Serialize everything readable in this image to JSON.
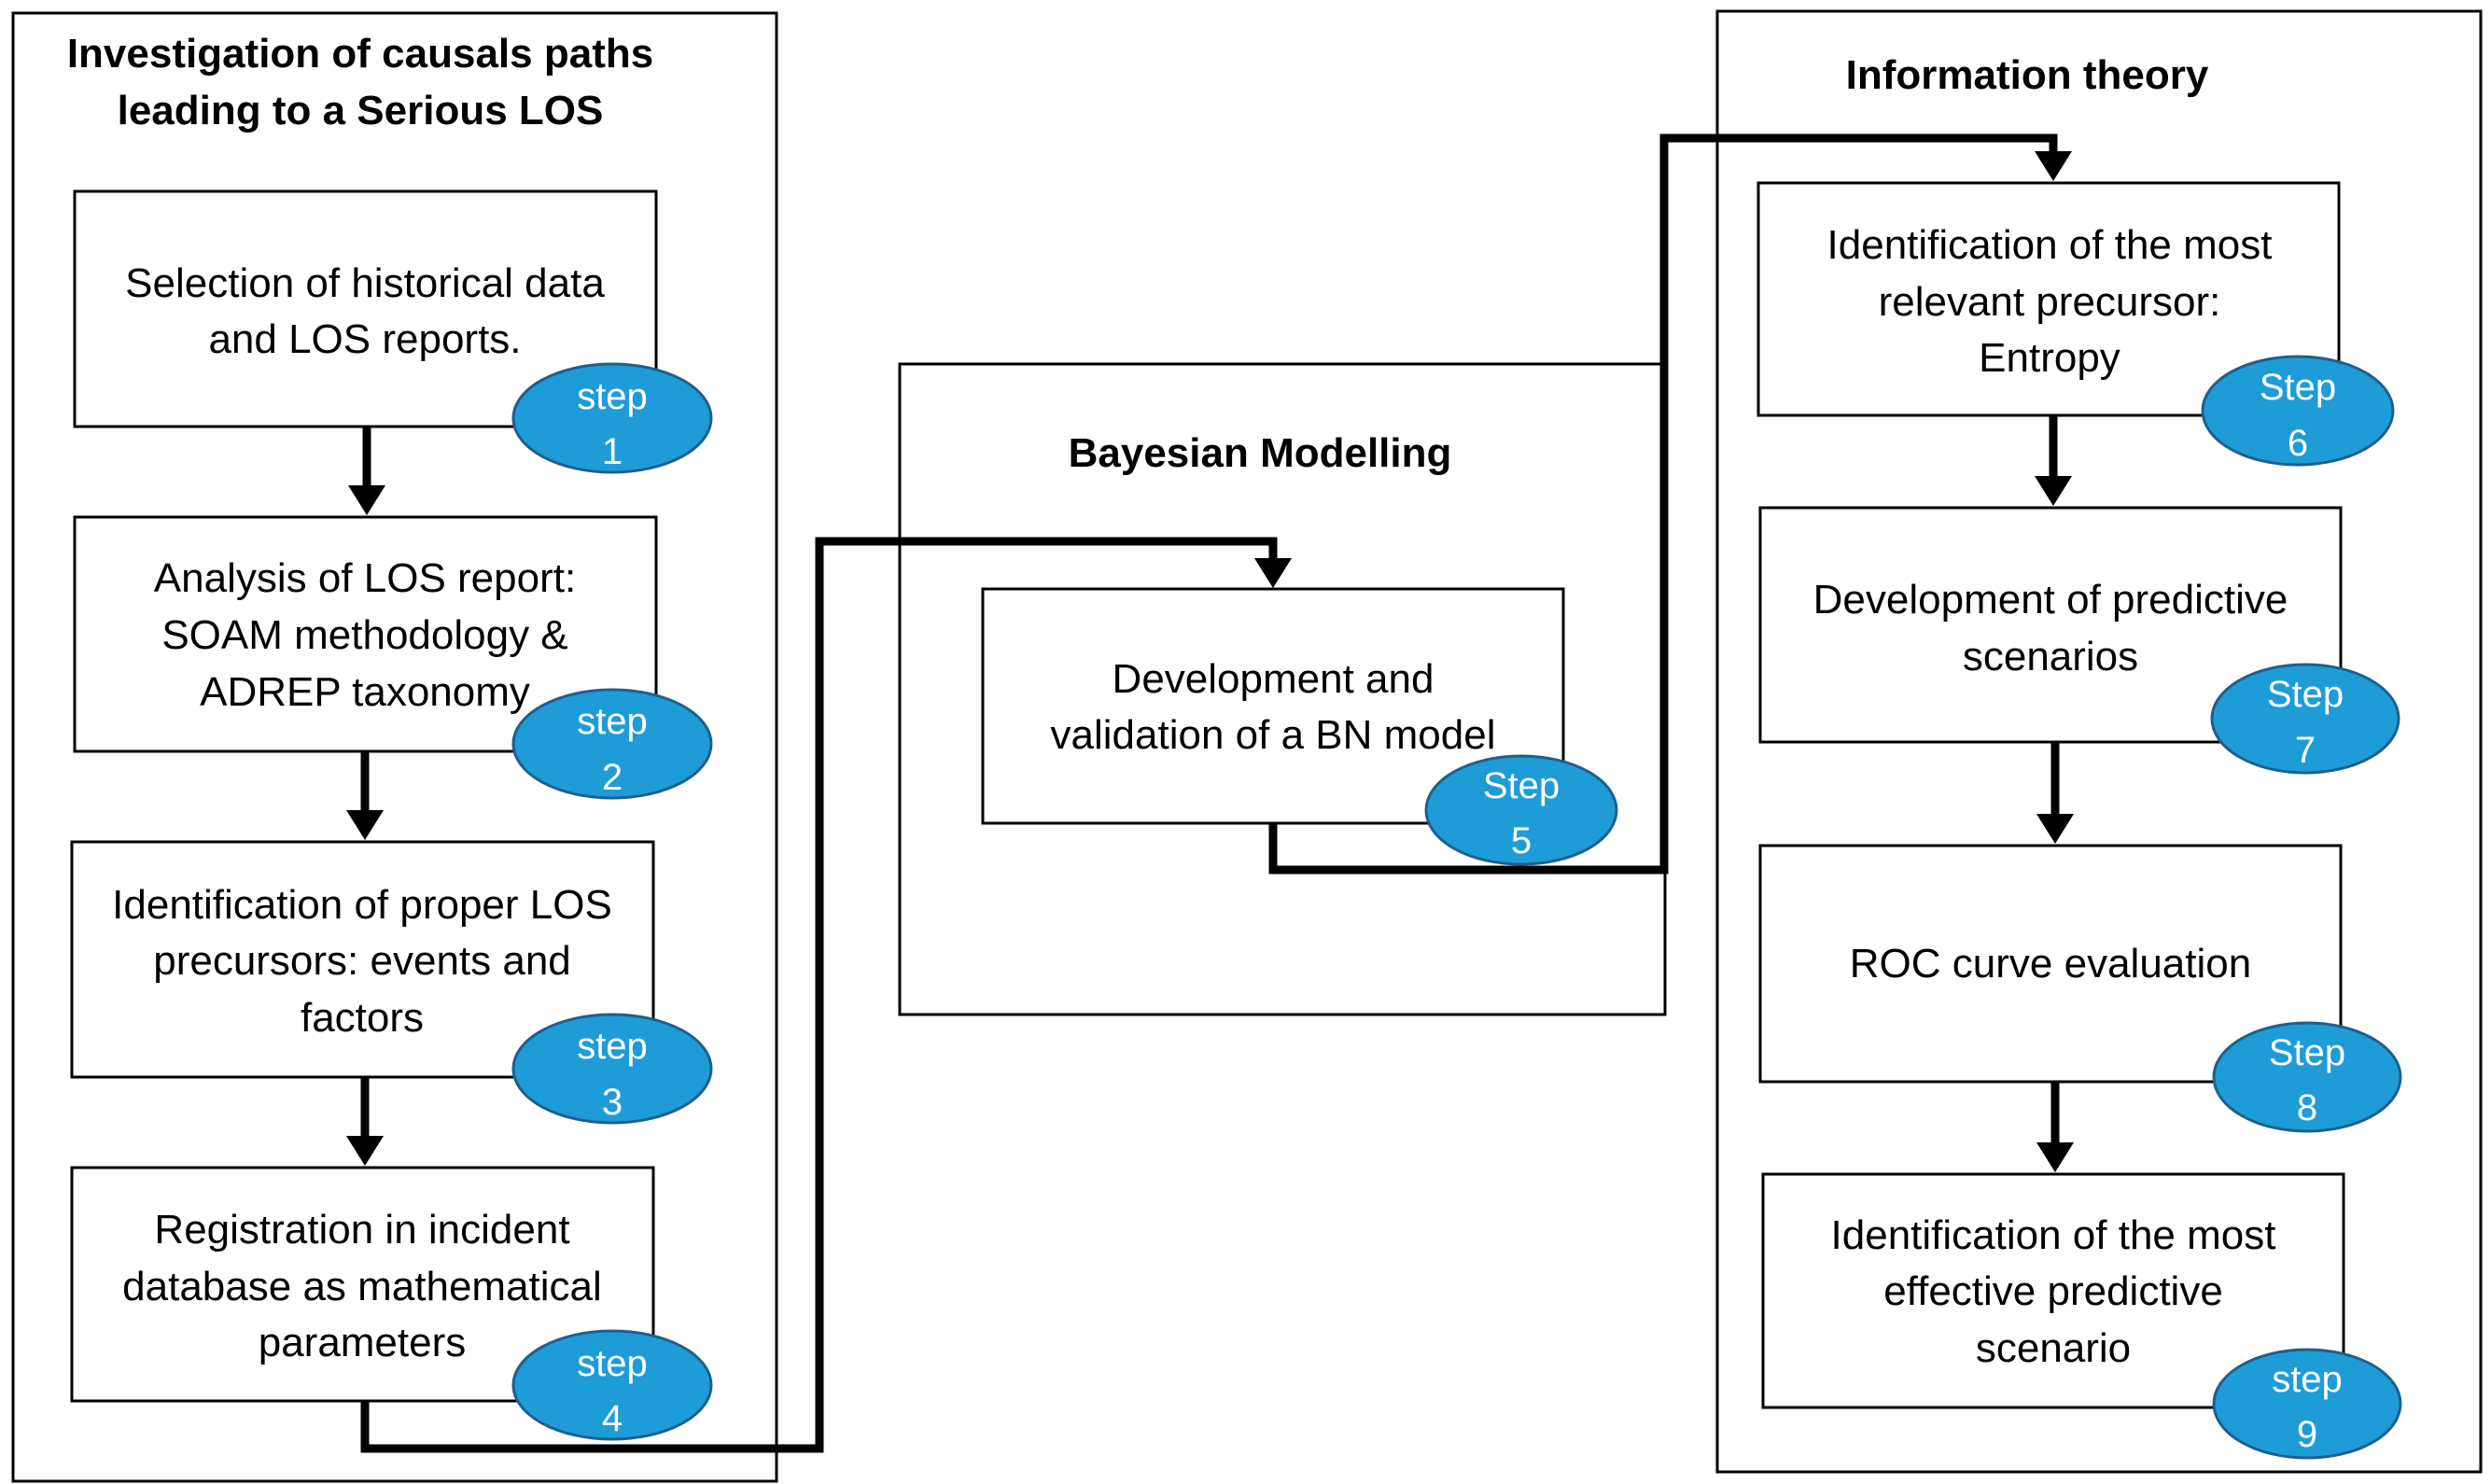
{
  "panels": {
    "investigation": {
      "title_line1": "Investigation of causals paths",
      "title_line2": "leading to a Serious LOS"
    },
    "bayesian": {
      "title": "Bayesian Modelling"
    },
    "information": {
      "title": "Information theory"
    }
  },
  "steps": {
    "s1": {
      "line1": "Selection of historical data",
      "line2": "and LOS reports.",
      "badge_word": "step",
      "badge_num": "1"
    },
    "s2": {
      "line1": "Analysis of LOS report:",
      "line2": "SOAM methodology &",
      "line3": "ADREP taxonomy",
      "badge_word": "step",
      "badge_num": "2"
    },
    "s3": {
      "line1": "Identification of proper LOS",
      "line2": "precursors: events and",
      "line3": "factors",
      "badge_word": "step",
      "badge_num": "3"
    },
    "s4": {
      "line1": "Registration in incident",
      "line2": "database as mathematical",
      "line3": "parameters",
      "badge_word": "step",
      "badge_num": "4"
    },
    "s5": {
      "line1": "Development and",
      "line2": "validation of a BN model",
      "badge_word": "Step",
      "badge_num": "5"
    },
    "s6": {
      "line1": "Identification of the most",
      "line2": "relevant precursor:",
      "line3": "Entropy",
      "badge_word": "Step",
      "badge_num": "6"
    },
    "s7": {
      "line1": "Development of predictive",
      "line2": "scenarios",
      "badge_word": "Step",
      "badge_num": "7"
    },
    "s8": {
      "line1": "ROC curve evaluation",
      "badge_word": "Step",
      "badge_num": "8"
    },
    "s9": {
      "line1": "Identification of the most",
      "line2": "effective predictive",
      "line3": "scenario",
      "badge_word": "step",
      "badge_num": "9"
    }
  },
  "colors": {
    "badge_fill": "#1e9cd7",
    "badge_stroke": "#1f5f8b",
    "line": "#000000"
  }
}
